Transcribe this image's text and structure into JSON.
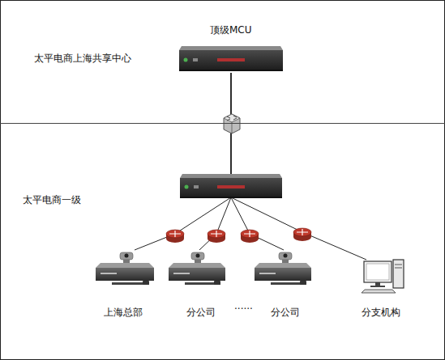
{
  "diagram": {
    "nodes": [
      {
        "text": [
          "太平电商上海共享中心"
        ]
      },
      {
        "text": [
          "顶级MCU"
        ],
        "in": 0
      },
      {
        "text": [
          "太平电商一级"
        ]
      },
      {
        "text": [
          "上海总部"
        ],
        "in": 2
      },
      {
        "text": [
          "分公司"
        ],
        "in": 2
      },
      {
        "text": [
          "分公司"
        ],
        "in": 2
      },
      {
        "text": [
          "分支机构"
        ],
        "in": 2
      }
    ],
    "edges": [
      {
        "from": 1,
        "to": 3,
        "arrow": "none"
      },
      {
        "from": 1,
        "to": 4,
        "arrow": "none"
      },
      {
        "from": 1,
        "to": 5,
        "arrow": "none"
      },
      {
        "from": 1,
        "to": 6,
        "arrow": "none"
      }
    ],
    "labels": [
      "······"
    ]
  }
}
